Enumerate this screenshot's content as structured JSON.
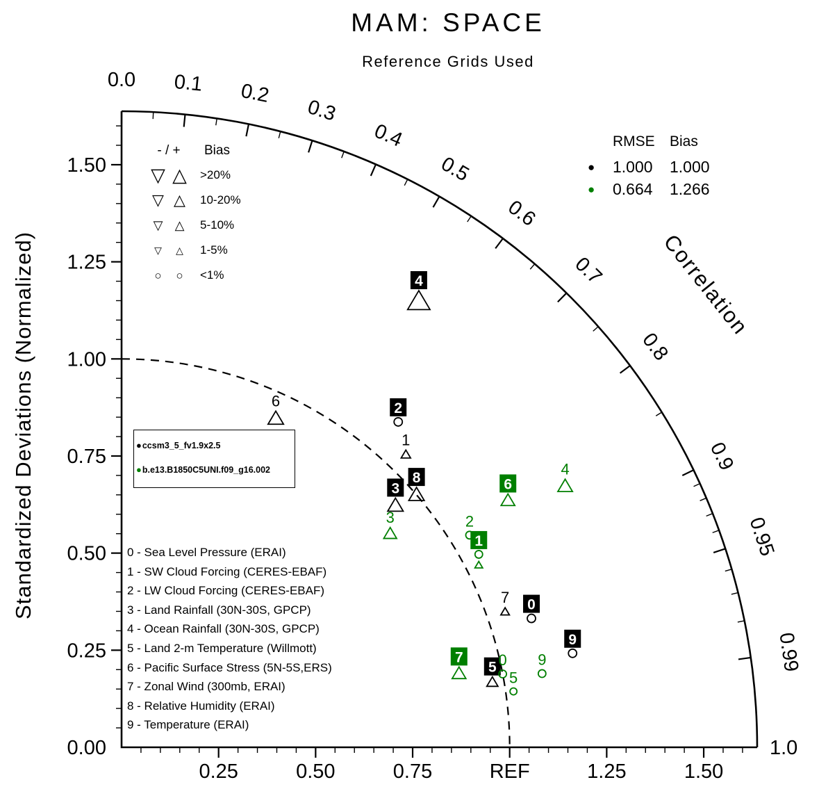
{
  "title": "MAM: SPACE",
  "subtitle": "Reference Grids Used",
  "icons": {
    "dot": "●"
  },
  "bias_legend": {
    "header_symbols": "- / +",
    "header_label": "Bias",
    "rows": [
      {
        "down": "▽",
        "up": "△",
        "label": ">20%"
      },
      {
        "down": "▽",
        "up": "△",
        "label": "10-20%"
      },
      {
        "down": "▽",
        "up": "△",
        "label": "5-10%"
      },
      {
        "down": "▽",
        "up": "△",
        "label": "1-5%"
      },
      {
        "down": "○",
        "up": "○",
        "label": "<1%"
      }
    ]
  },
  "rmse_legend": {
    "col_rmse": "RMSE",
    "col_bias": "Bias"
  },
  "variables": [
    "0 - Sea Level Pressure (ERAI)",
    "1 - SW Cloud Forcing (CERES-EBAF)",
    "2 - LW Cloud Forcing (CERES-EBAF)",
    "3 - Land Rainfall (30N-30S, GPCP)",
    "4 - Ocean Rainfall (30N-30S, GPCP)",
    "5 - Land 2-m Temperature (Willmott)",
    "6 - Pacific Surface Stress (5N-5S,ERS)",
    "7 - Zonal Wind (300mb, ERAI)",
    "8 - Relative Humidity (ERAI)",
    "9 - Temperature (ERAI)"
  ],
  "chart_data": {
    "type": "taylor",
    "radial_axis": {
      "label": "Standardized Deviations (Normalized)",
      "ticks": [
        "0.00",
        "0.25",
        "0.50",
        "0.75",
        "1.00",
        "1.25",
        "1.50"
      ],
      "max": 1.638,
      "reference_std": 1.0
    },
    "bottom_axis_ticks": [
      "0.25",
      "0.50",
      "0.75",
      "REF",
      "1.25",
      "1.50"
    ],
    "correlation_axis": {
      "label": "Correlation",
      "major_ticks": [
        "0.0",
        "0.1",
        "0.2",
        "0.3",
        "0.4",
        "0.5",
        "0.6",
        "0.7",
        "0.8",
        "0.9",
        "0.95",
        "0.99",
        "1.0"
      ],
      "minor_ticks": [
        0.05,
        0.15,
        0.25,
        0.35,
        0.45,
        0.55,
        0.65,
        0.75,
        0.85,
        0.91,
        0.92,
        0.93,
        0.94,
        0.96,
        0.97,
        0.98
      ]
    },
    "series": [
      {
        "name": "ccsm3_5_fv1.9x2.5",
        "color": "#000000",
        "rmse": "1.000",
        "bias": "1.000",
        "points": [
          {
            "var": "4",
            "correlation": 0.555,
            "std": 1.38,
            "symbol": "triangle-up",
            "size": 26,
            "boxed": true
          },
          {
            "var": "2",
            "correlation": 0.648,
            "std": 1.1,
            "symbol": "circle",
            "size": 12,
            "boxed": true
          },
          {
            "var": "6",
            "correlation": 0.425,
            "std": 0.935,
            "symbol": "triangle-up",
            "size": 18,
            "boxed": false
          },
          {
            "var": "1",
            "correlation": 0.697,
            "std": 1.051,
            "symbol": "triangle-up",
            "size": 11,
            "boxed": false
          },
          {
            "var": "3",
            "correlation": 0.75,
            "std": 0.941,
            "symbol": "triangle-up",
            "size": 18,
            "boxed": true
          },
          {
            "var": "8",
            "correlation": 0.76,
            "std": 1.0,
            "symbol": "triangle-up",
            "size": 18,
            "boxed": true
          },
          {
            "var": "7",
            "correlation": 0.943,
            "std": 1.048,
            "symbol": "triangle-up",
            "size": 10,
            "boxed": false
          },
          {
            "var": "0",
            "correlation": 0.954,
            "std": 1.107,
            "symbol": "circle",
            "size": 12,
            "boxed": true
          },
          {
            "var": "9",
            "correlation": 0.979,
            "std": 1.187,
            "symbol": "circle",
            "size": 12,
            "boxed": true
          },
          {
            "var": "5",
            "correlation": 0.985,
            "std": 0.97,
            "symbol": "triangle-up",
            "size": 13,
            "boxed": true
          }
        ]
      },
      {
        "name": "b.e13.B1850C5UNI.f09_g16.002",
        "color": "#007f00",
        "rmse": "0.664",
        "bias": "1.266",
        "points": [
          {
            "var": "4",
            "correlation": 0.862,
            "std": 1.326,
            "symbol": "triangle-up",
            "size": 17,
            "boxed": false
          },
          {
            "var": "6",
            "correlation": 0.843,
            "std": 1.181,
            "symbol": "triangle-up",
            "size": 16,
            "boxed": true
          },
          {
            "var": "2",
            "correlation": 0.854,
            "std": 1.05,
            "symbol": "circle",
            "size": 11,
            "boxed": false
          },
          {
            "var": "1",
            "correlation": 0.88,
            "std": 1.046,
            "symbol": "circle",
            "size": 11,
            "boxed": true
          },
          {
            "var": "",
            "correlation": 0.891,
            "std": 1.033,
            "symbol": "triangle-up",
            "size": 9,
            "boxed": false
          },
          {
            "var": "3",
            "correlation": 0.783,
            "std": 0.884,
            "symbol": "triangle-up",
            "size": 15,
            "boxed": false
          },
          {
            "var": "7",
            "correlation": 0.977,
            "std": 0.89,
            "symbol": "triangle-up",
            "size": 16,
            "boxed": true
          },
          {
            "var": "0",
            "correlation": 0.982,
            "std": 1.0,
            "symbol": "circle",
            "size": 11,
            "boxed": false
          },
          {
            "var": "5",
            "correlation": 0.99,
            "std": 1.02,
            "symbol": "circle",
            "size": 10,
            "boxed": false
          },
          {
            "var": "9",
            "correlation": 0.985,
            "std": 1.1,
            "symbol": "circle",
            "size": 11,
            "boxed": false
          }
        ]
      }
    ]
  }
}
